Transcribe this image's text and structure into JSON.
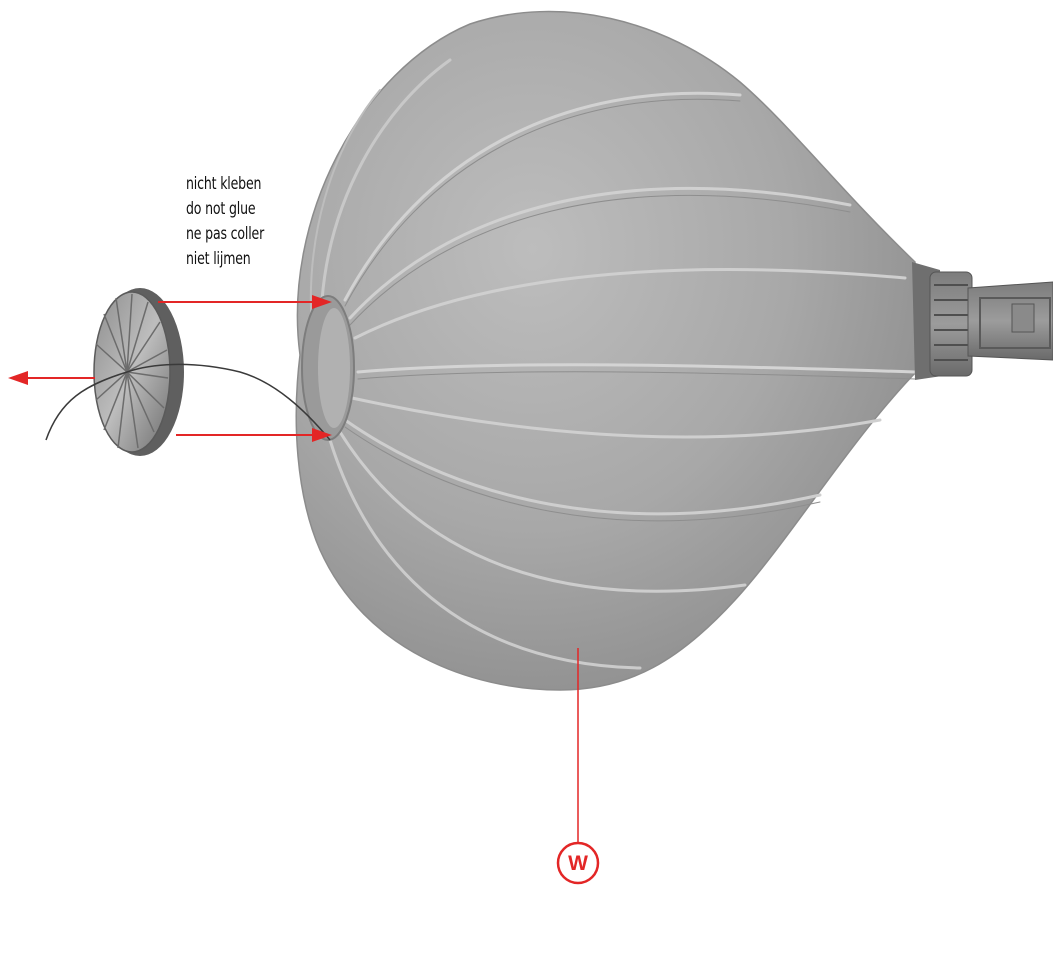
{
  "instructions": [
    "nicht kleben",
    "do not glue",
    "ne pas coller",
    "niet lijmen"
  ],
  "part_label": "W",
  "colors": {
    "accent": "#e32626",
    "background": "#ffffff",
    "shade_body": "#a9a9a9",
    "text": "#111111"
  }
}
